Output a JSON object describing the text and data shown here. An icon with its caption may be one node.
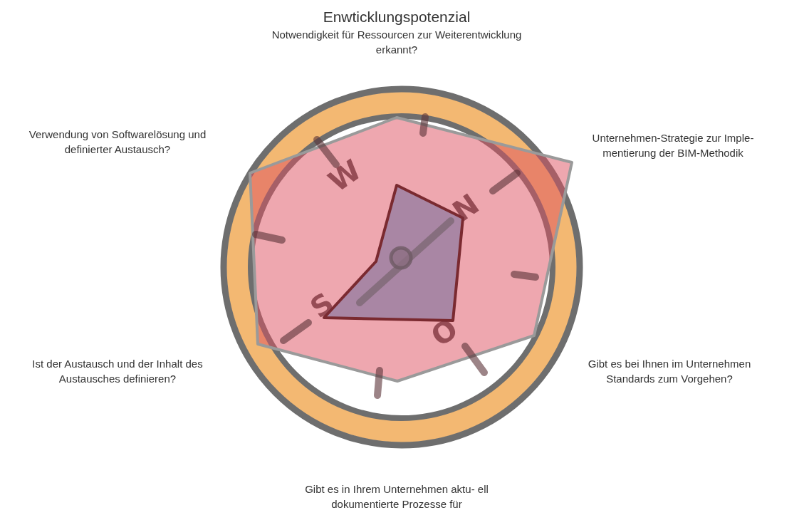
{
  "diagram": {
    "title": "Enwticklungspotenzial",
    "labels": [
      "Notwendigkeit für Ressourcen zur Weiterentwicklung erkannt?",
      "Verwendung von Softwarelösung und definierter Austausch?",
      "Unternehmen-Strategie zur Imple- mentierung der BIM-Methodik",
      "W",
      "N",
      "S",
      "O",
      "Ist der Austausch und der Inhalt des Austausches definieren?",
      "Gibt es bei Ihnen im Unternehmen Standards zum Vorgehen?",
      "Gibt es in Ihrem Unternehmen aktu- ell dokumentierte Prozesse für"
    ]
  }
}
